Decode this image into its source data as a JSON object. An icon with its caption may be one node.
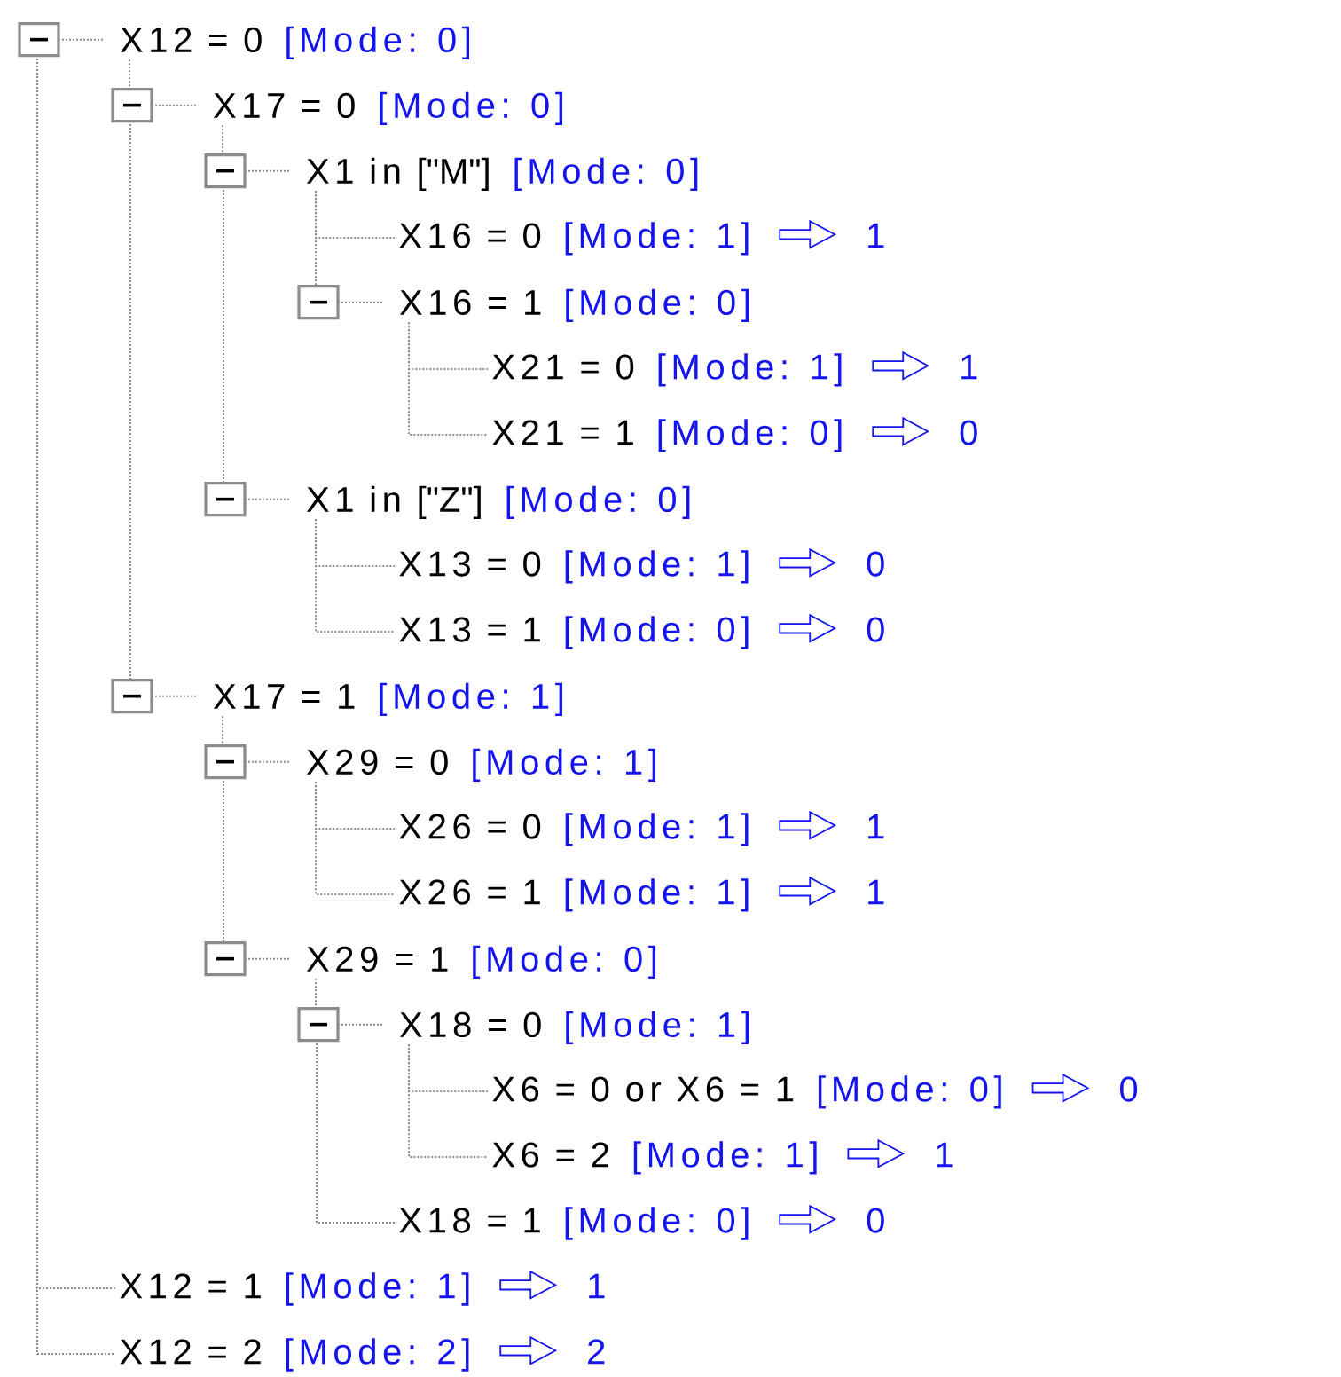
{
  "diagram": {
    "nodes": [
      {
        "text": [
          "X12 = 0",
          "[Mode: 0]"
        ]
      },
      {
        "text": [
          "X17 = 0",
          "[Mode: 0]"
        ]
      },
      {
        "text": [
          "X1 in [\"M\"]",
          "[Mode: 0]"
        ]
      },
      {
        "text": [
          "X16 = 0",
          "[Mode: 1]",
          "1"
        ]
      },
      {
        "text": [
          "X16 = 1",
          "[Mode: 0]"
        ]
      },
      {
        "text": [
          "X21 = 0",
          "[Mode: 1]",
          "1"
        ]
      },
      {
        "text": [
          "X21 = 1",
          "[Mode: 0]",
          "0"
        ]
      },
      {
        "text": [
          "X1 in [\"Z\"]",
          "[Mode: 0]"
        ]
      },
      {
        "text": [
          "X13 = 0",
          "[Mode: 1]",
          "0"
        ]
      },
      {
        "text": [
          "X13 = 1",
          "[Mode: 0]",
          "0"
        ]
      },
      {
        "text": [
          "X17 = 1",
          "[Mode: 1]"
        ]
      },
      {
        "text": [
          "X29 = 0",
          "[Mode: 1]"
        ]
      },
      {
        "text": [
          "X26 = 0",
          "[Mode: 1]",
          "1"
        ]
      },
      {
        "text": [
          "X26 = 1",
          "[Mode: 1]",
          "1"
        ]
      },
      {
        "text": [
          "X29 = 1",
          "[Mode: 0]"
        ]
      },
      {
        "text": [
          "X18 = 0",
          "[Mode: 1]"
        ]
      },
      {
        "text": [
          "X6 = 0 or X6 = 1",
          "[Mode: 0]",
          "0"
        ]
      },
      {
        "text": [
          "X6 = 2",
          "[Mode: 1]",
          "1"
        ]
      },
      {
        "text": [
          "X18 = 1",
          "[Mode: 0]",
          "0"
        ]
      },
      {
        "text": [
          "X12 = 1",
          "[Mode: 1]",
          "1"
        ]
      },
      {
        "text": [
          "X12 = 2",
          "[Mode: 2]",
          "2"
        ]
      }
    ],
    "edges": [
      {
        "from": 0,
        "to": 1,
        "arrow": "none",
        "style": "dashed"
      },
      {
        "from": 1,
        "to": 10,
        "arrow": "none",
        "style": "dashed"
      },
      {
        "from": 1,
        "to": 2,
        "arrow": "none",
        "style": "dashed"
      },
      {
        "from": 2,
        "to": 7,
        "arrow": "none",
        "style": "dashed"
      },
      {
        "from": 2,
        "to": 3,
        "arrow": "none",
        "style": "dashed"
      },
      {
        "from": 2,
        "to": 4,
        "arrow": "none",
        "style": "dashed"
      },
      {
        "from": 4,
        "to": 5,
        "arrow": "none",
        "style": "dashed"
      },
      {
        "from": 4,
        "to": 6,
        "arrow": "none",
        "style": "dashed"
      },
      {
        "from": 7,
        "to": 8,
        "arrow": "none",
        "style": "dashed"
      },
      {
        "from": 7,
        "to": 9,
        "arrow": "none",
        "style": "dashed"
      },
      {
        "from": 10,
        "to": 11,
        "arrow": "none",
        "style": "dashed"
      },
      {
        "from": 11,
        "to": 14,
        "arrow": "none",
        "style": "dashed"
      },
      {
        "from": 11,
        "to": 12,
        "arrow": "none",
        "style": "dashed"
      },
      {
        "from": 11,
        "to": 13,
        "arrow": "none",
        "style": "dashed"
      },
      {
        "from": 14,
        "to": 15,
        "arrow": "none",
        "style": "dashed"
      },
      {
        "from": 15,
        "to": 18,
        "arrow": "none",
        "style": "dashed"
      },
      {
        "from": 15,
        "to": 16,
        "arrow": "none",
        "style": "dashed"
      },
      {
        "from": 15,
        "to": 17,
        "arrow": "none",
        "style": "dashed"
      },
      {
        "from": 0,
        "to": 19,
        "arrow": "none",
        "style": "dashed"
      },
      {
        "from": 0,
        "to": 20,
        "arrow": "none",
        "style": "dashed"
      }
    ]
  }
}
